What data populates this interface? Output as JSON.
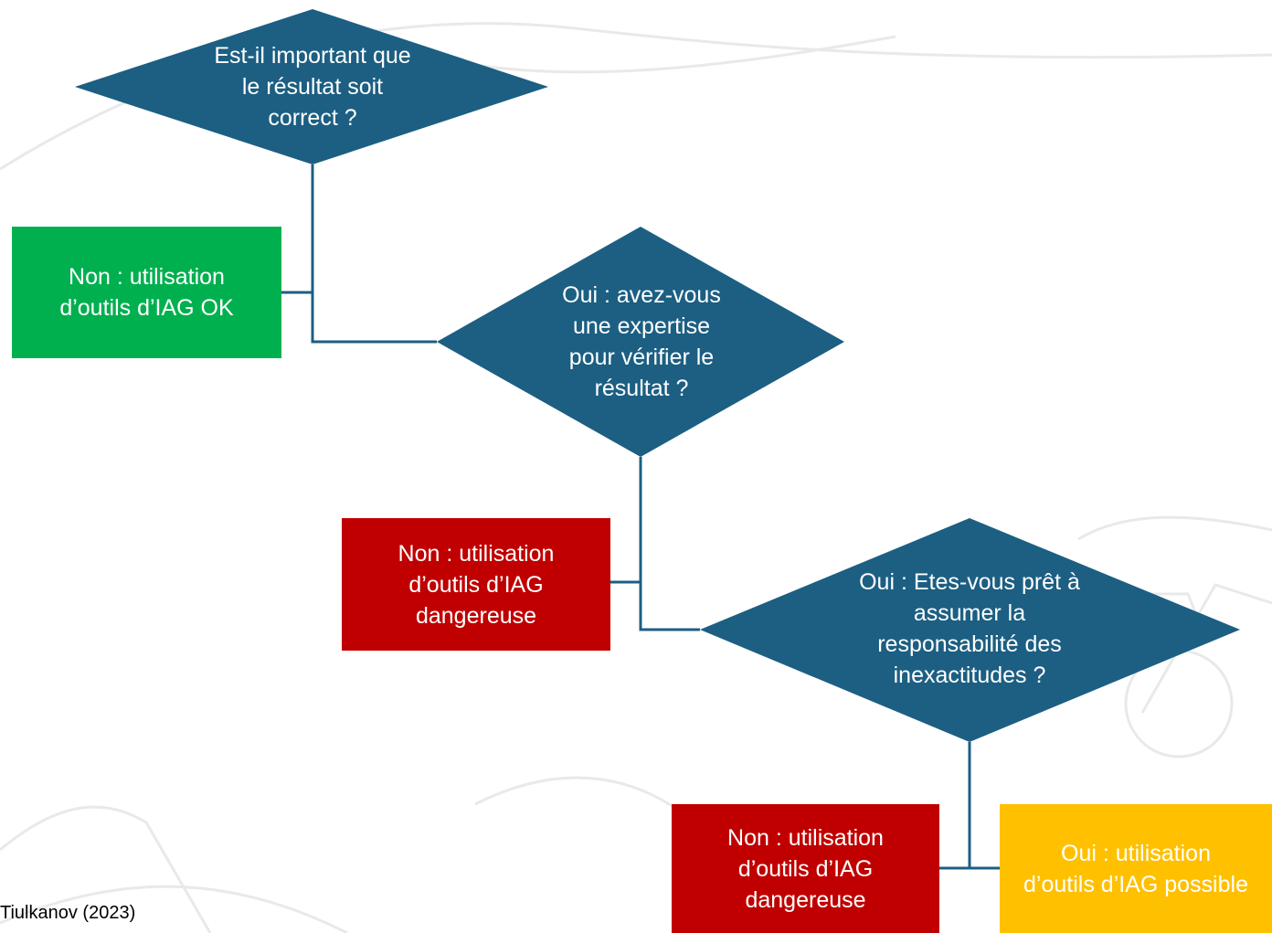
{
  "diagram": {
    "q1": "Est-il important que\nle résultat soit\ncorrect ?",
    "ok": "Non : utilisation\nd’outils d’IAG  OK",
    "q2": "Oui : avez-vous\nune expertise\npour vérifier le\nrésultat ?",
    "danger1": "Non : utilisation\nd’outils d’IAG\ndangereuse",
    "q3": "Oui : Etes-vous prêt à\nassumer la\nresponsabilité des\ninexactitudes ?",
    "danger2": "Non : utilisation\nd’outils d’IAG\ndangereuse",
    "possible": "Oui : utilisation\nd’outils d’IAG possible"
  },
  "citation": "Tiulkanov (2023)",
  "colors": {
    "decision": "#1c5f82",
    "ok": "#00b04f",
    "danger": "#c00000",
    "possible": "#ffc000",
    "connector": "#1c5f82"
  }
}
